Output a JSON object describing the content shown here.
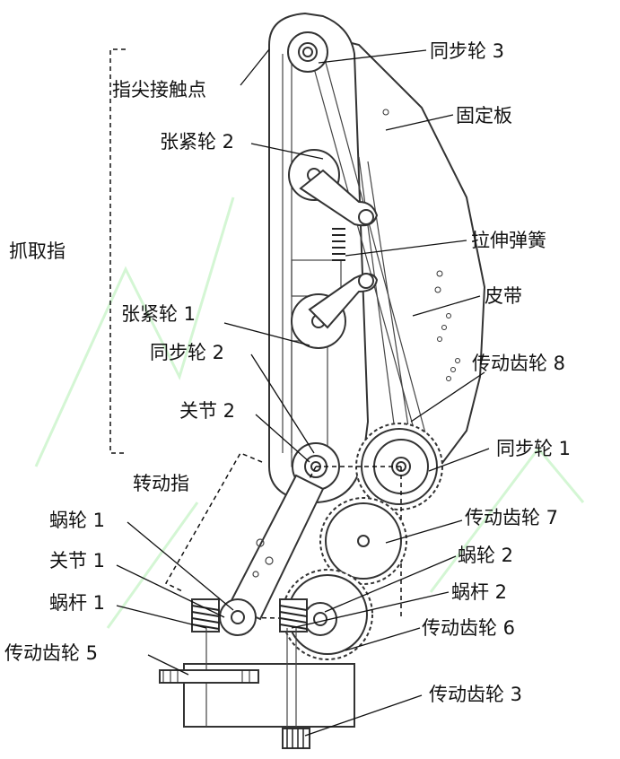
{
  "labels": {
    "tongbulun3": "同步轮 3",
    "zhijian": "指尖接触点",
    "gudingban": "固定板",
    "zhangjinlun2": "张紧轮 2",
    "zhuaquzhi": "抓取指",
    "lashentanhuang": "拉伸弹簧",
    "pidai": "皮带",
    "zhangjinlun1": "张紧轮 1",
    "tongbulun2": "同步轮 2",
    "chuandongchilun8": "传动齿轮 8",
    "guanjie2": "关节 2",
    "tongbulun1": "同步轮 1",
    "zhuandongzhi": "转动指",
    "chuandongchilun7": "传动齿轮 7",
    "wolun1": "蜗轮 1",
    "wolun2": "蜗轮 2",
    "guanjie1": "关节 1",
    "wogan2": "蜗杆 2",
    "wogan1": "蜗杆 1",
    "chuandongchilun6": "传动齿轮 6",
    "chuandongchilun5": "传动齿轮 5",
    "chuandongchilun3": "传动齿轮 3"
  },
  "colors": {
    "line": "#333333",
    "watermark": "#b8f0b8",
    "text": "#111111"
  }
}
